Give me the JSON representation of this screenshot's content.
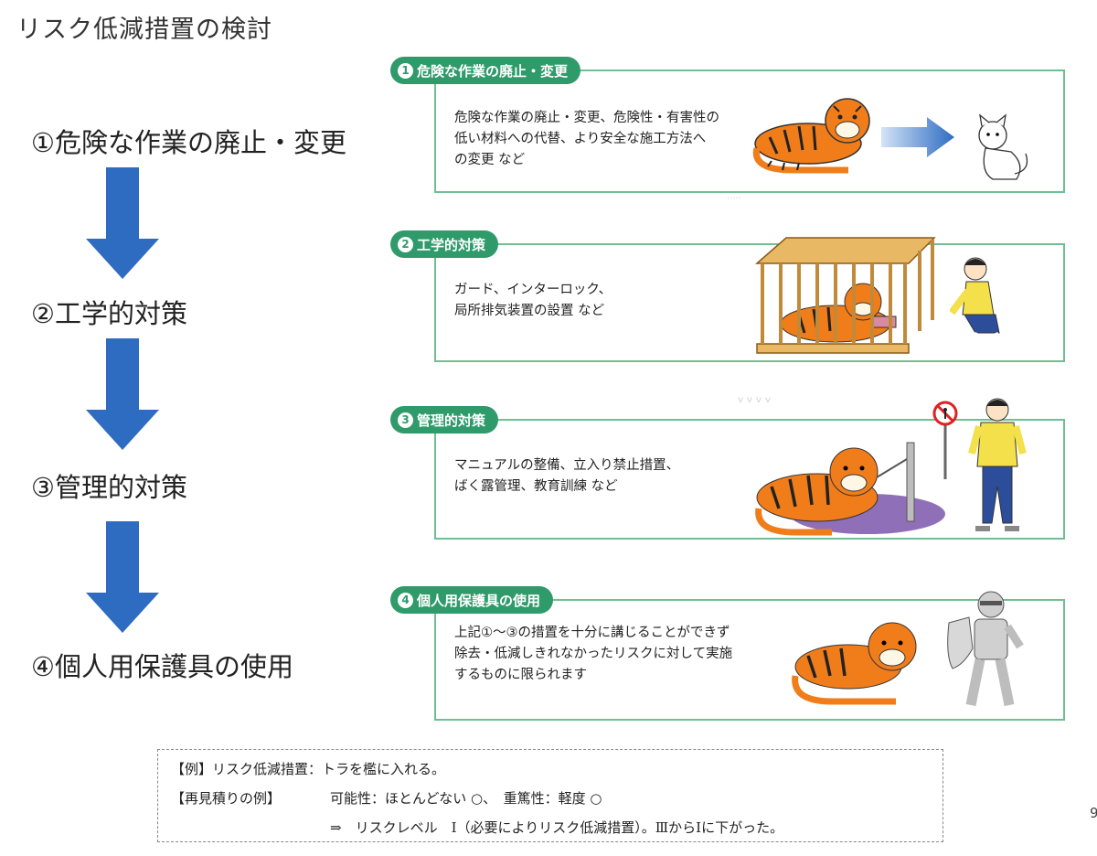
{
  "title": "リスク低減措置の検討",
  "steps": [
    "①危険な作業の廃止・変更",
    "②工学的対策",
    "③管理的対策",
    "④個人用保護具の使用"
  ],
  "panels": [
    {
      "tag_number": "1",
      "tag_label": "危険な作業の廃止・変更",
      "text": "危険な作業の廃止・変更、危険性・有害性の\n低い材料への代替、より安全な施工方法へ\nの変更 など"
    },
    {
      "tag_number": "2",
      "tag_label": "工学的対策",
      "text": "ガード、インターロック、\n局所排気装置の設置 など"
    },
    {
      "tag_number": "3",
      "tag_label": "管理的対策",
      "text": "マニュアルの整備、立入り禁止措置、\nばく露管理、教育訓練 など"
    },
    {
      "tag_number": "4",
      "tag_label": "個人用保護具の使用",
      "text": "上記①～③の措置を十分に講じることができず\n除去・低減しきれなかったリスクに対して実施\nするものに限られます"
    }
  ],
  "example": {
    "line1_label": "【例】",
    "line1_text": "リスク低減措置：トラを檻に入れる。",
    "line2_label": "【再見積りの例】",
    "line2_text": "可能性：ほとんどない ○、　重篤性：軽度 ○",
    "line3_text": "⇒　リスクレベル　Ⅰ（必要によりリスク低減措置）。ⅢからⅠに下がった。"
  },
  "page_number": "9",
  "colors": {
    "arrow_blue": "#2e6cc1",
    "tag_green": "#2f9a6a",
    "panel_border": "#6fbf93",
    "tiger_orange": "#f07d1a",
    "mat_purple": "#8f6fb8"
  },
  "icons": [
    "down-arrow-icon",
    "right-arrow-icon",
    "tiger-icon",
    "cat-icon",
    "cage-icon",
    "person-icon",
    "no-entry-sign-icon",
    "knight-icon"
  ]
}
